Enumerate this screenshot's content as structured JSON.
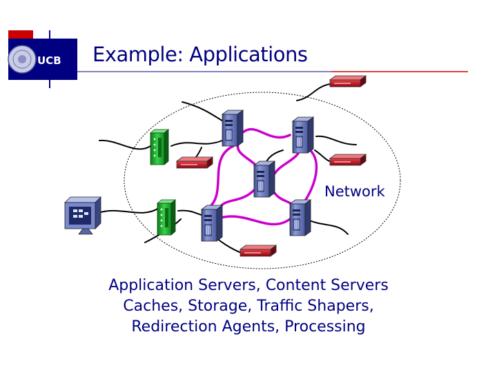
{
  "slide": {
    "logo_text": "UCB",
    "title": "Example: Applications"
  },
  "diagram": {
    "network_label": "Network",
    "caption_lines": [
      "Application Servers, Content Servers",
      "Caches, Storage, Traffic Shapers,",
      "Redirection Agents, Processing"
    ]
  },
  "colors": {
    "title_text": "#000080",
    "accent_red": "#cc0000",
    "link_magenta": "#cc00cc",
    "server_blue": "#6f7fc0",
    "appliance_green": "#22a833",
    "router_red": "#b01020"
  },
  "icons": {
    "logo": "ucb-seal-logo",
    "server": "tower-server-icon",
    "appliance": "green-appliance-icon",
    "router": "red-router-icon",
    "workstation": "desktop-computer-icon"
  }
}
